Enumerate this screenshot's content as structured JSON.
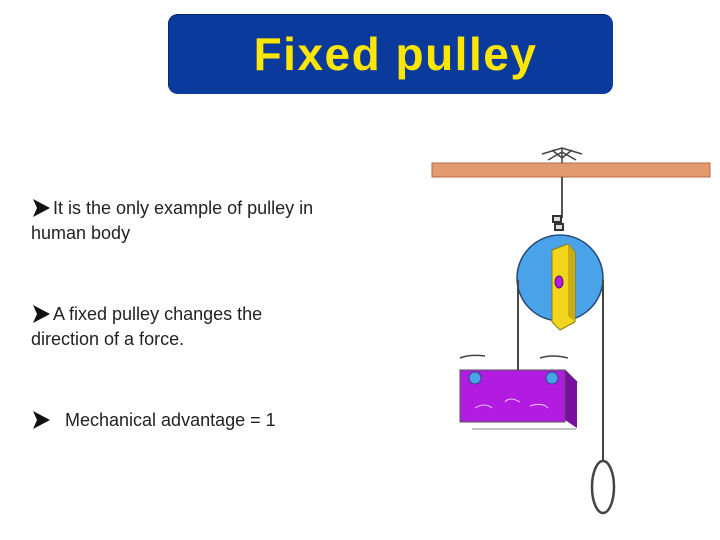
{
  "slide": {
    "title": "Fixed pulley",
    "bullets": [
      {
        "first_line": "It is the only example of pulley in",
        "second_line": "human body"
      },
      {
        "first_line": "A fixed pulley changes the",
        "second_line": "direction of a force."
      },
      {
        "first_line": "Mechanical advantage = 1",
        "second_line": ""
      }
    ]
  },
  "illustration": {
    "icon": "fixed-pulley-diagram",
    "colors": {
      "beam": "#e39a6f",
      "wheel": "#4aa3e8",
      "bracket": "#f2d61d",
      "box": "#b21be0"
    }
  }
}
